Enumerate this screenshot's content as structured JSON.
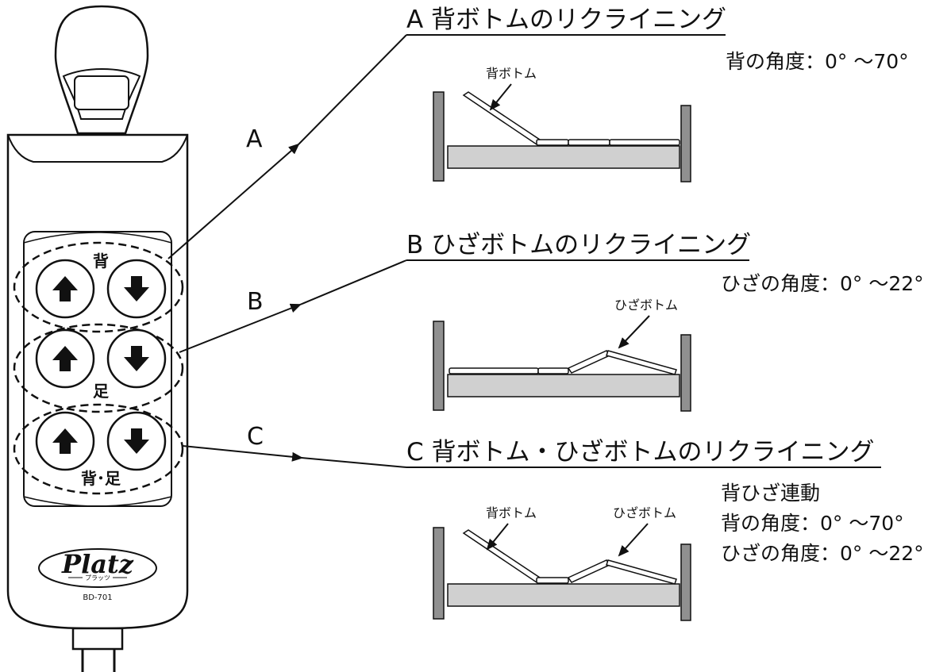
{
  "remote": {
    "group_back_label": "背",
    "group_knee_label": "足",
    "group_both_label": "背･足",
    "logo_text": "Platz",
    "logo_subtext": "プラッツ",
    "model": "BD-701"
  },
  "sections": {
    "a": {
      "letter": "A",
      "title": "A 背ボトムのリクライニング",
      "angle_lines": [
        "背の角度：0° ～70°"
      ],
      "part_label": "背ボトム"
    },
    "b": {
      "letter": "B",
      "title": "B ひざボトムのリクライニング",
      "angle_lines": [
        "ひざの角度：0° ～22°"
      ],
      "part_label": "ひざボトム"
    },
    "c": {
      "letter": "C",
      "title": "C 背ボトム・ひざボトムのリクライニング",
      "angle_lines": [
        "背ひざ連動",
        "背の角度：0° ～70°",
        "ひざの角度：0° ～22°"
      ],
      "part_labels": [
        "背ボトム",
        "ひざボトム"
      ]
    }
  },
  "colors": {
    "line": "#111111",
    "bed_frame": "#d0d0d0",
    "headboard": "#909090"
  }
}
